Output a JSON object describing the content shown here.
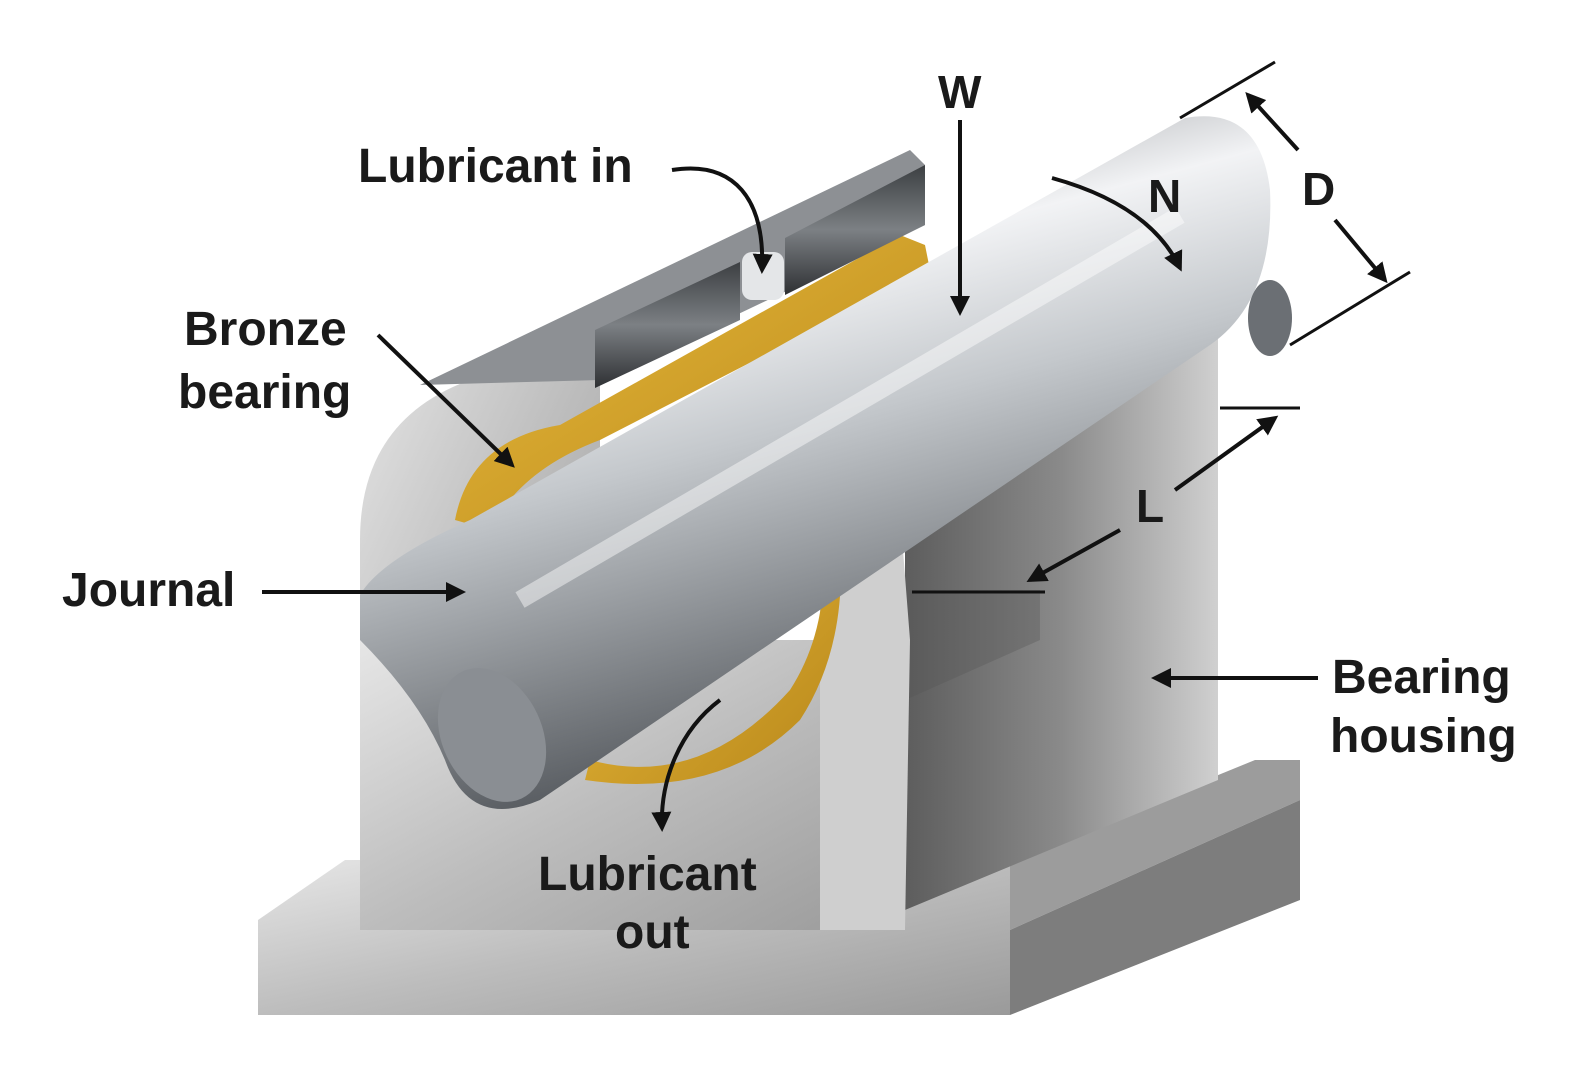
{
  "labels": {
    "lubricant_in": "Lubricant in",
    "w": "W",
    "n": "N",
    "d": "D",
    "bronze_line1": "Bronze",
    "bronze_line2": "bearing",
    "journal": "Journal",
    "l": "L",
    "housing_line1": "Bearing",
    "housing_line2": "housing",
    "lub_out_line1": "Lubricant",
    "lub_out_line2": "out"
  },
  "colors": {
    "bronze": "#d9a426",
    "steel_light": "#eceef0",
    "steel_mid": "#b7bbbf",
    "steel_dark": "#5e6266",
    "housing_light": "#d8d8d8",
    "housing_dark": "#6a6a6a"
  }
}
